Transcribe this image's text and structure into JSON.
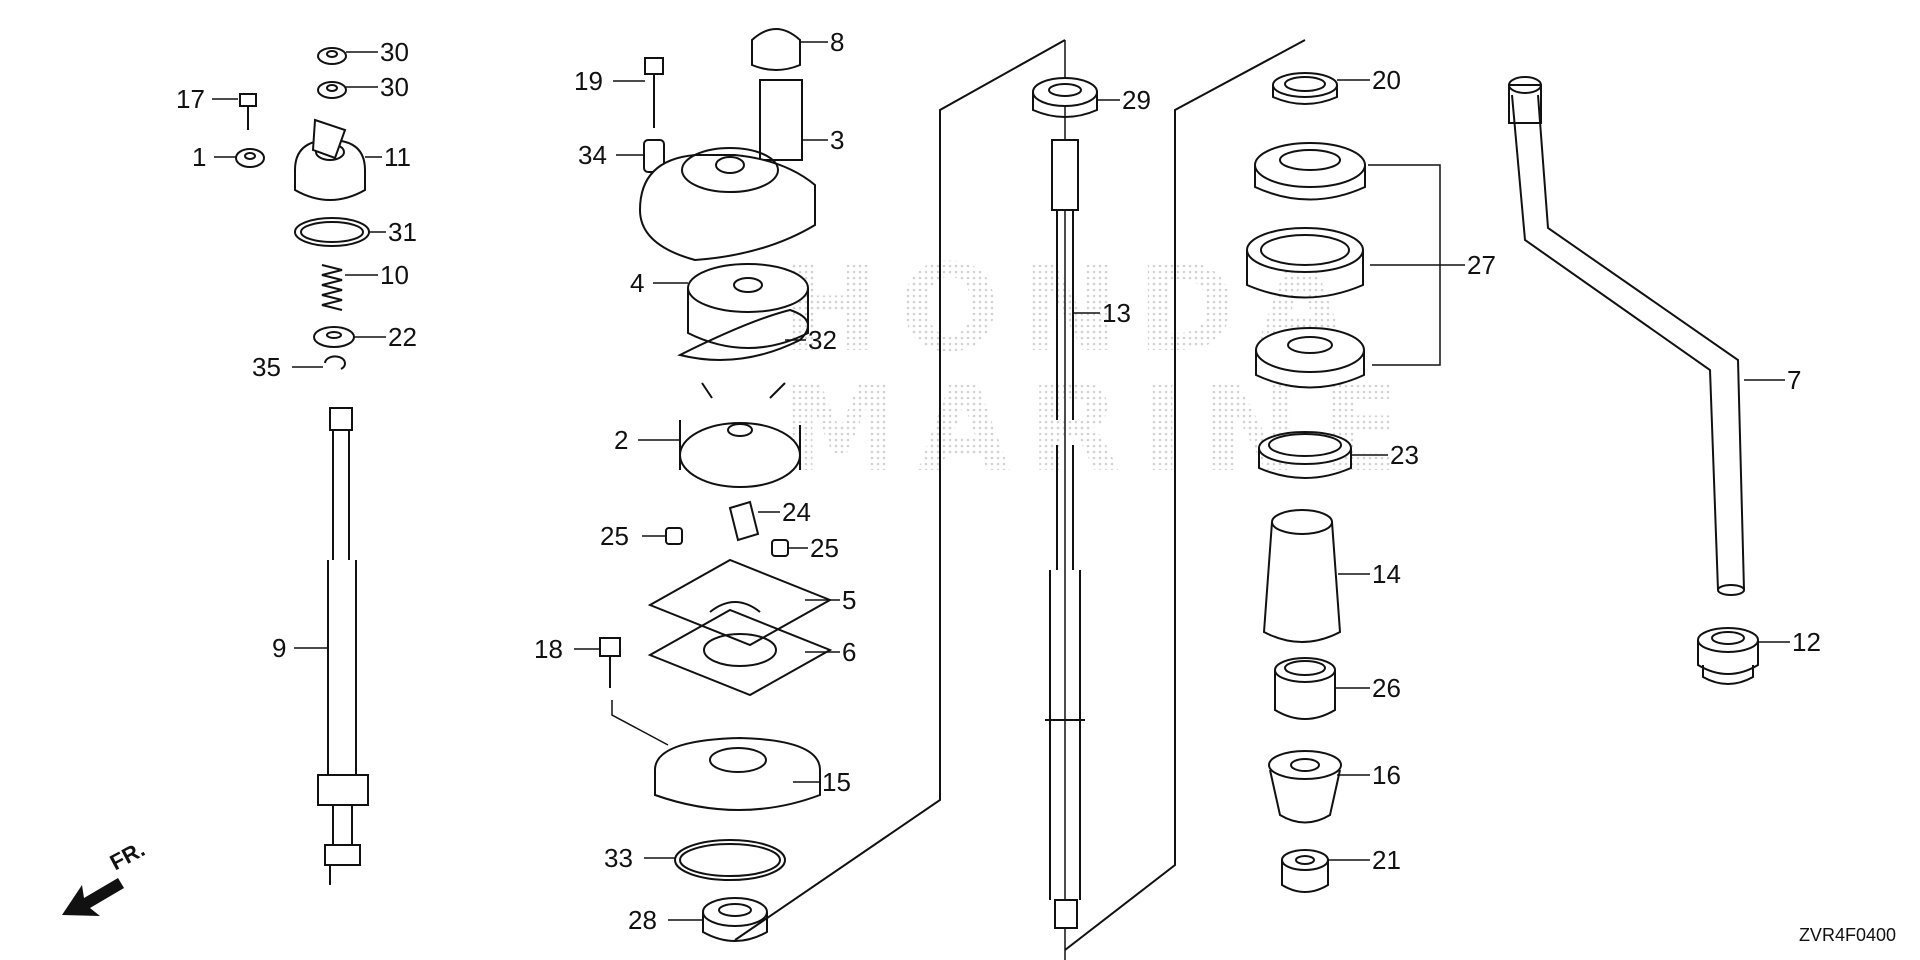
{
  "diagram": {
    "code": "ZVR4F0400",
    "direction_label": "FR.",
    "watermark": "HONDA MARINE",
    "callouts": [
      "30",
      "30",
      "17",
      "1",
      "11",
      "31",
      "10",
      "22",
      "35",
      "9",
      "8",
      "19",
      "3",
      "34",
      "4",
      "32",
      "2",
      "24",
      "25",
      "25",
      "5",
      "18",
      "6",
      "15",
      "33",
      "28",
      "29",
      "13",
      "20",
      "27",
      "23",
      "14",
      "26",
      "16",
      "21",
      "7",
      "12"
    ]
  },
  "colors": {
    "line": "#111111",
    "watermark_dots": "#d6d6d6",
    "background": "#ffffff"
  }
}
